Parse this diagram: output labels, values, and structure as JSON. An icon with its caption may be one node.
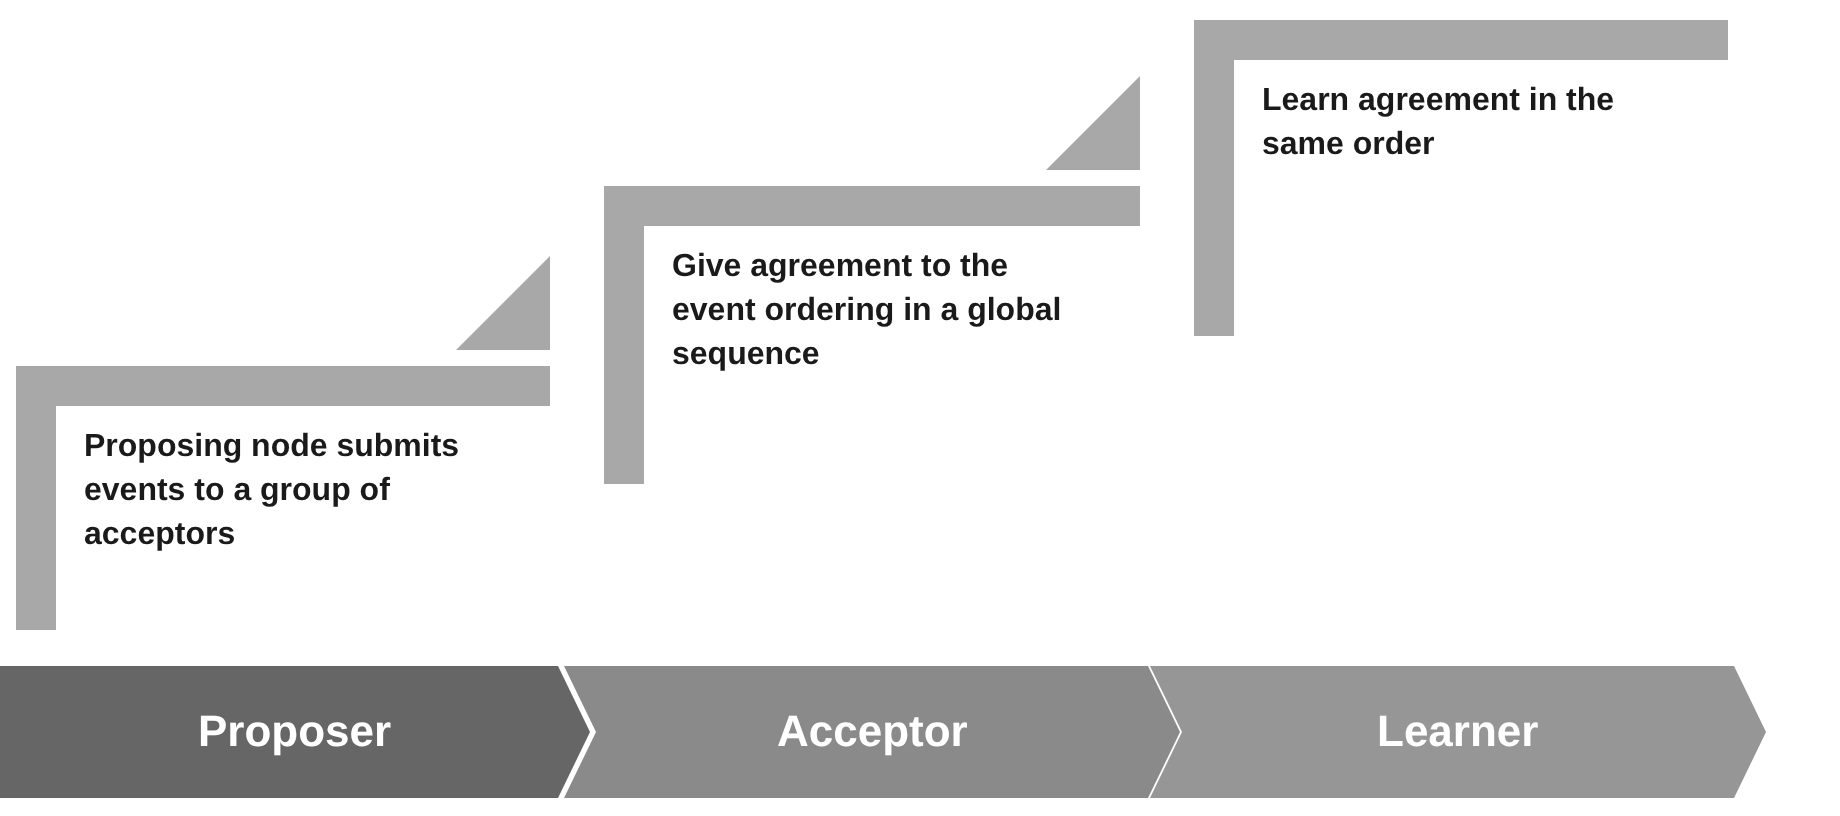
{
  "diagram": {
    "nodes": [
      {
        "text": [
          "Proposing node submits events to a group of acceptors"
        ]
      },
      {
        "text": [
          "Give agreement to the event ordering in a global sequence"
        ]
      },
      {
        "text": [
          "Learn agreement in the same order"
        ]
      },
      {
        "text": [
          "Proposer"
        ]
      },
      {
        "text": [
          "Acceptor"
        ]
      },
      {
        "text": [
          "Learner"
        ]
      }
    ]
  }
}
